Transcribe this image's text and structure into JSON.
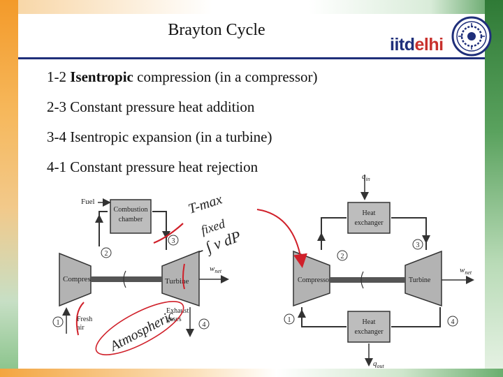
{
  "slide": {
    "title": "Brayton Cycle",
    "logo": {
      "prefix": "iitd",
      "suffix": "elhi"
    },
    "bullets": [
      {
        "lead": "1-2 ",
        "bold": "Isentropic",
        "rest": " compression (in a compressor)"
      },
      {
        "lead": "2-3 Constant pressure heat addition",
        "bold": "",
        "rest": ""
      },
      {
        "lead": "3-4 Isentropic expansion (in a turbine)",
        "bold": "",
        "rest": ""
      },
      {
        "lead": "4-1 Constant pressure heat rejection",
        "bold": "",
        "rest": ""
      }
    ]
  },
  "open_cycle": {
    "fuel": "Fuel",
    "combustion_chamber_line1": "Combustion",
    "combustion_chamber_line2": "chamber",
    "compressor": "Compressor",
    "turbine": "Turbine",
    "w_net": "w",
    "w_net_sub": "net",
    "fresh_air_line1": "Fresh",
    "fresh_air_line2": "air",
    "exhaust_line1": "Exhaust",
    "exhaust_line2": "gases",
    "state_1": "1",
    "state_2": "2",
    "state_3": "3",
    "state_4": "4"
  },
  "closed_cycle": {
    "q_in": "q",
    "q_in_sub": "in",
    "heat_exchanger_top_line1": "Heat",
    "heat_exchanger_top_line2": "exchanger",
    "heat_exchanger_bottom_line1": "Heat",
    "heat_exchanger_bottom_line2": "exchanger",
    "compressor": "Compressor",
    "turbine": "Turbine",
    "w_net": "w",
    "w_net_sub": "net",
    "q_out": "q",
    "q_out_sub": "out",
    "state_1": "1",
    "state_2": "2",
    "state_3": "3",
    "state_4": "4"
  },
  "annotations": {
    "note_tmax": "T-max",
    "note_fixed": "fixed",
    "note_vdp": "- ∫ v dP",
    "note_atmospheric": "Atmospheric"
  },
  "colors": {
    "ink": "#d0202a",
    "header_rule": "#1f2f7a",
    "logo_dark": "#1f2f7a",
    "logo_red": "#c8302c"
  }
}
